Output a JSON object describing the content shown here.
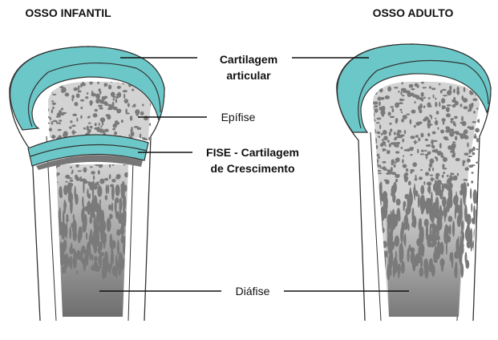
{
  "titles": {
    "child": "OSSO INFANTIL",
    "adult": "OSSO ADULTO"
  },
  "labels": {
    "cartilage_line1": "Cartilagem",
    "cartilage_line2": "articular",
    "epiphysis": "Epífise",
    "physis_line1": "FISE - Cartilagem",
    "physis_line2": "de Crescimento",
    "diaphysis": "Diáfise"
  },
  "colors": {
    "cartilage": "#6cc8c8",
    "spongy": "#d3d3d3",
    "pores": "#7a7a7a",
    "outline": "#333333"
  }
}
